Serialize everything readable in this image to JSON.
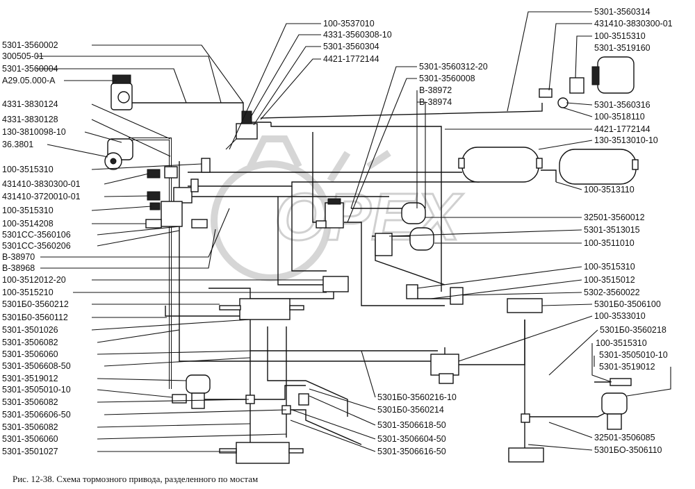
{
  "figure": {
    "caption": "Рис. 12-38. Схема тормозного привода, разделенного по мостам",
    "watermark_text": "OPEX"
  },
  "labels_left": [
    "5301-3560002",
    "300505-01",
    "5301-3560004",
    "A29.05.000-A",
    "4331-3830124",
    "4331-3830128",
    "130-3810098-10",
    "36.3801",
    "100-3515310",
    "431410-3830300-01",
    "431410-3720010-01",
    "100-3515310",
    "100-3514208",
    "5301CC-3560106",
    "5301CC-3560206",
    "B-38970",
    "B-38968",
    "100-3512012-20",
    "100-3515210",
    "5301Б0-3560212",
    "5301Б0-3560112",
    "5301-3501026",
    "5301-3506082",
    "5301-3506060",
    "5301-3506608-50",
    "5301-3519012",
    "5301-3505010-10",
    "5301-3506082",
    "5301-3506606-50",
    "5301-3506082",
    "5301-3506060",
    "5301-3501027"
  ],
  "labels_center_top": [
    "100-3537010",
    "4331-3560308-10",
    "5301-3560304",
    "4421-1772144",
    "5301-3560312-20",
    "5301-3560008",
    "B-38972",
    "B-38974"
  ],
  "labels_right": [
    "5301-3560314",
    "431410-3830300-01",
    "100-3515310",
    "5301-3519160",
    "5301-3560316",
    "100-3518110",
    "4421-1772144",
    "130-3513010-10",
    "100-3513110",
    "32501-3560012",
    "5301-3513015",
    "100-3511010",
    "100-3515310",
    "100-3515012",
    "5302-3560022",
    "5301Б0-3506100",
    "100-3533010",
    "5301Б0-3560218",
    "100-3515310",
    "5301-3505010-10",
    "5301-3519012",
    "32501-3506085",
    "5301БО-3506110"
  ],
  "labels_bottom_center": [
    "5301Б0-3560216-10",
    "5301Б0-3560214",
    "5301-3506618-50",
    "5301-3506604-50",
    "5301-3506616-50"
  ]
}
